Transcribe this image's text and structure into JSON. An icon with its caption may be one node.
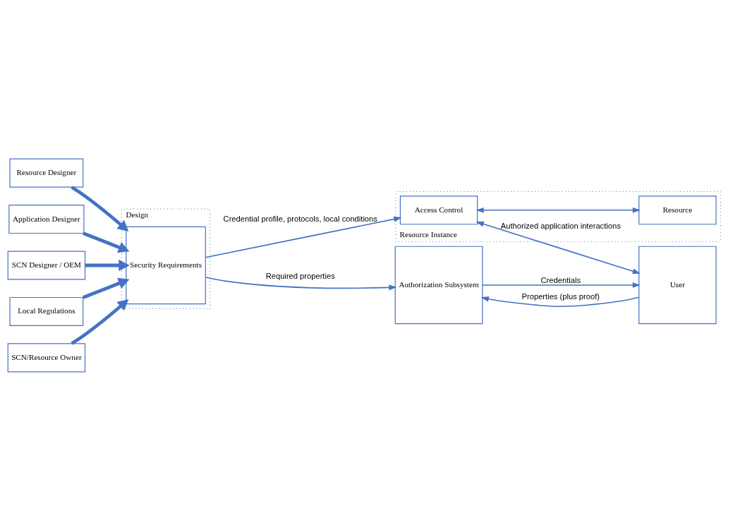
{
  "diagram": {
    "nodes": [
      {
        "text": [
          "Resource Designer"
        ]
      },
      {
        "text": [
          "Application Designer"
        ]
      },
      {
        "text": [
          "SCN Designer / OEM"
        ]
      },
      {
        "text": [
          "Local Regulations"
        ]
      },
      {
        "text": [
          "SCN/Resource Owner"
        ]
      },
      {
        "text": [
          "Design"
        ]
      },
      {
        "text": [
          "Security Requirements"
        ],
        "in": 5
      },
      {
        "text": [
          "Authorization Subsystem"
        ]
      },
      {
        "text": [
          "Resource Instance"
        ]
      },
      {
        "text": [
          "Access Control"
        ],
        "in": 8
      },
      {
        "text": [
          "Resource"
        ],
        "in": 8
      },
      {
        "text": [
          "User"
        ]
      }
    ],
    "edges": [
      {
        "from": 0,
        "to": 6,
        "arrow": "to",
        "style": "thick"
      },
      {
        "from": 1,
        "to": 6,
        "arrow": "to",
        "style": "thick"
      },
      {
        "from": 2,
        "to": 6,
        "arrow": "to",
        "style": "thick"
      },
      {
        "from": 3,
        "to": 6,
        "arrow": "to",
        "style": "thick"
      },
      {
        "from": 4,
        "to": 6,
        "arrow": "to",
        "style": "thick"
      },
      {
        "from": 6,
        "to": 7,
        "arrow": "to",
        "label": "Required properties"
      },
      {
        "from": 6,
        "to": 9,
        "arrow": "to",
        "label": "Credential profile, protocols, local conditions"
      },
      {
        "from": 9,
        "to": 11,
        "arrow": "both",
        "label": "Authorized application interactions"
      },
      {
        "from": 9,
        "to": 10,
        "arrow": "both"
      },
      {
        "from": 11,
        "to": 7,
        "arrow": "to",
        "label": "Properties (plus proof)"
      },
      {
        "from": 7,
        "to": 11,
        "arrow": "to",
        "label": "Credentials"
      }
    ]
  }
}
